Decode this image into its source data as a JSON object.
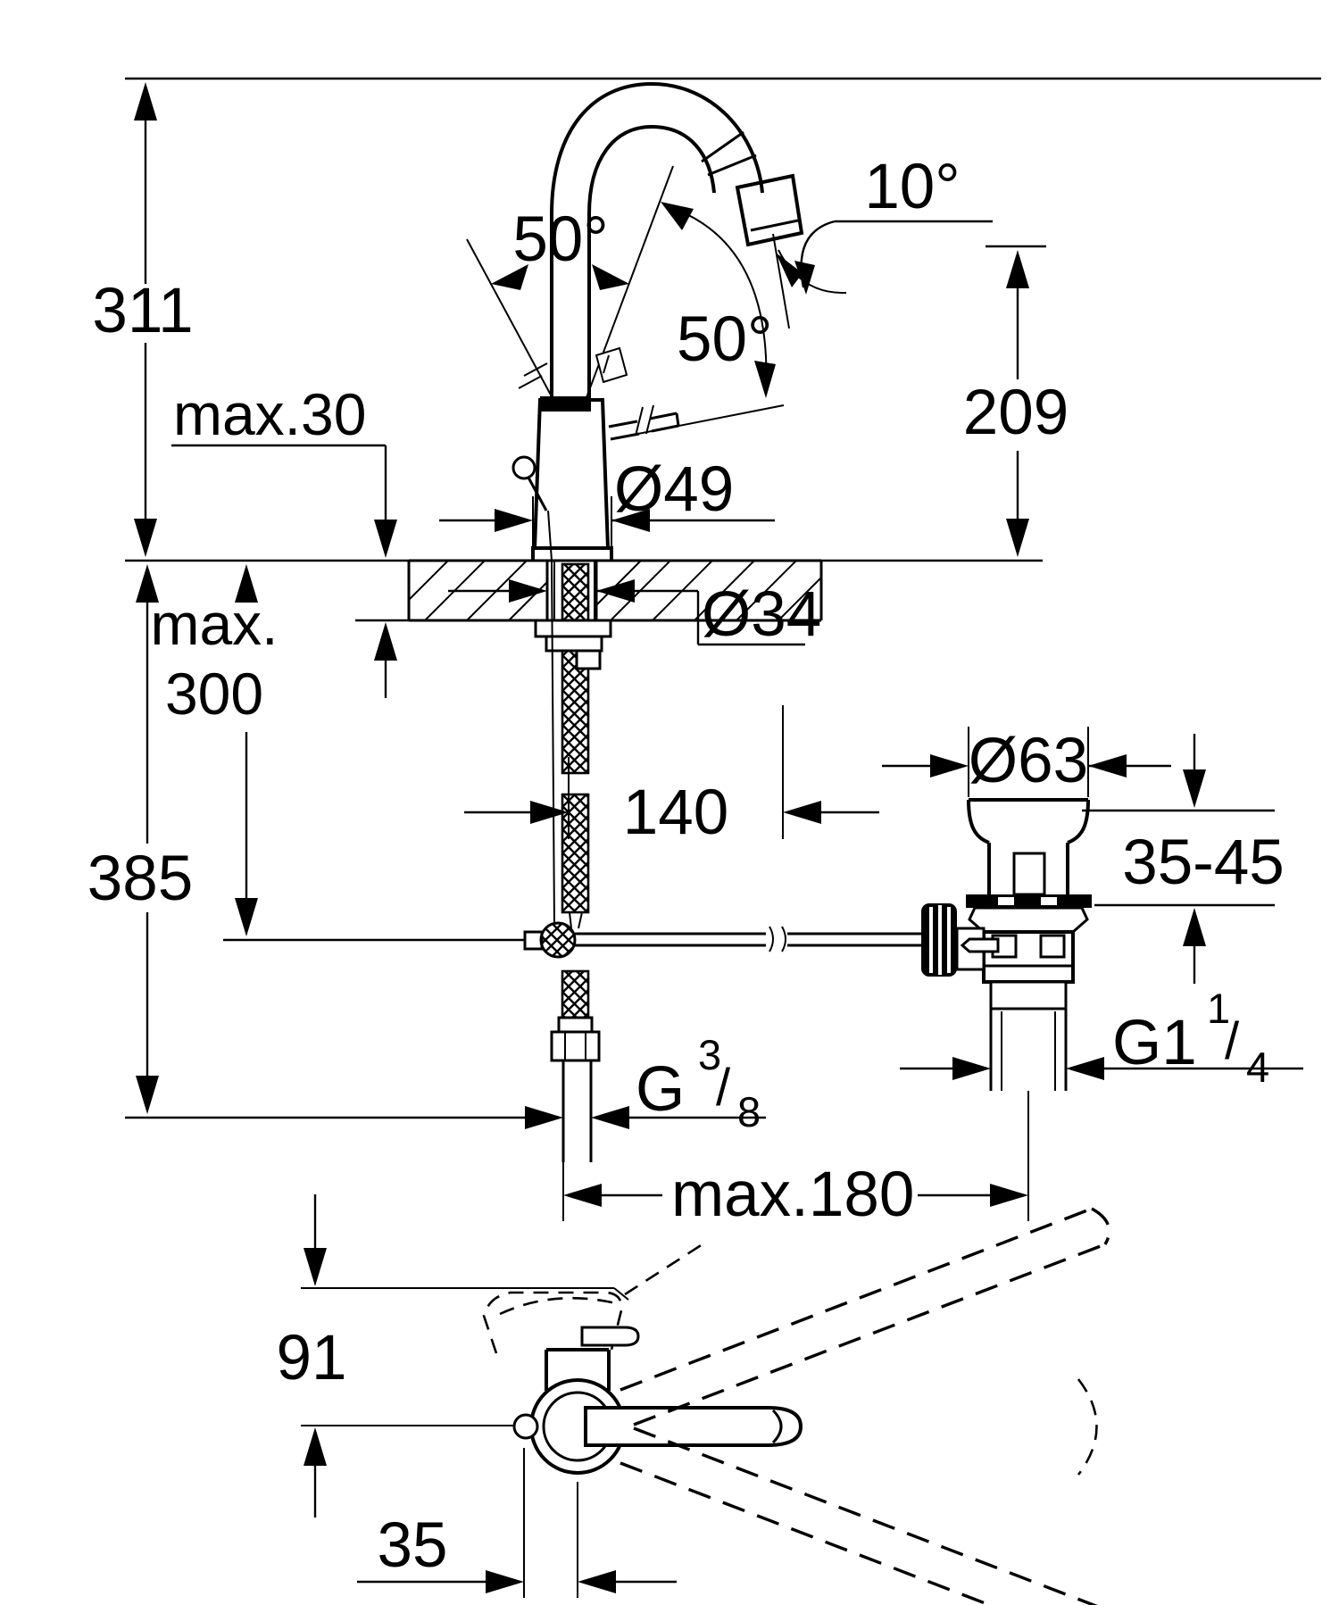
{
  "page": {
    "background": "#ffffff",
    "line_color": "#000000"
  },
  "labels": {
    "overall_height": "311",
    "deck_thickness": "max.30",
    "hose_length_word": "max.",
    "hose_length_value": "300",
    "overall_depth": "385",
    "lever_swing_angle": "50°",
    "lever_tilt_angle": "50°",
    "spout_outlet_angle": "10°",
    "spout_outlet_height": "209",
    "base_diameter": "Ø49",
    "mounting_hole_diameter": "Ø34",
    "spout_reach": "140",
    "waste_flange_diameter": "Ø63",
    "clamping_range": "35-45",
    "drain_thread": {
      "main": "G1",
      "numerator": "1",
      "slash": "/",
      "denominator": "4"
    },
    "supply_thread": {
      "main": "G",
      "numerator": "3",
      "slash": "/",
      "denominator": "8"
    },
    "max_center_distance": "max.180",
    "topview_body_depth": "91",
    "topview_axis_offset": "35"
  }
}
